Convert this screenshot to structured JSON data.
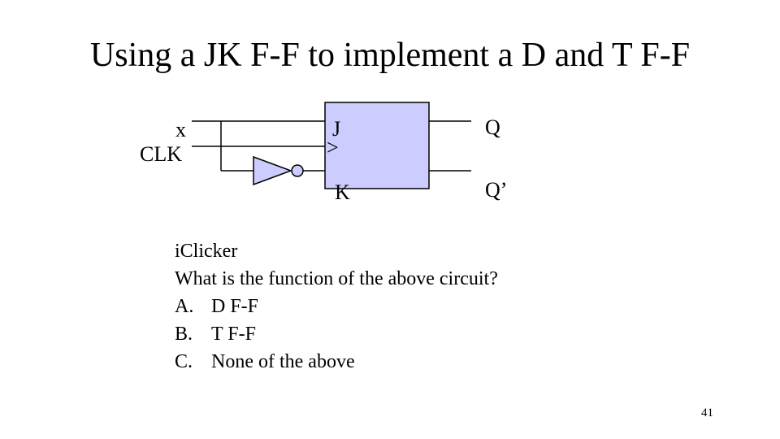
{
  "slide": {
    "title": "Using a JK F-F to implement a D and T F-F",
    "number": "41"
  },
  "circuit": {
    "input_labels": {
      "x": "x",
      "clk": "CLK"
    },
    "pin_labels": {
      "j": "J",
      "k": "K",
      "clock": ">"
    },
    "output_labels": {
      "q": "Q",
      "q_bar": "Q’"
    },
    "colors": {
      "flipflop_fill": "#ccccff",
      "line": "#000000"
    }
  },
  "question": {
    "heading": "iClicker",
    "prompt": "What is the function of the above circuit?",
    "choices": [
      {
        "letter": "A.",
        "text": "D F-F"
      },
      {
        "letter": "B.",
        "text": "T F-F"
      },
      {
        "letter": "C.",
        "text": "None of the above"
      }
    ]
  }
}
